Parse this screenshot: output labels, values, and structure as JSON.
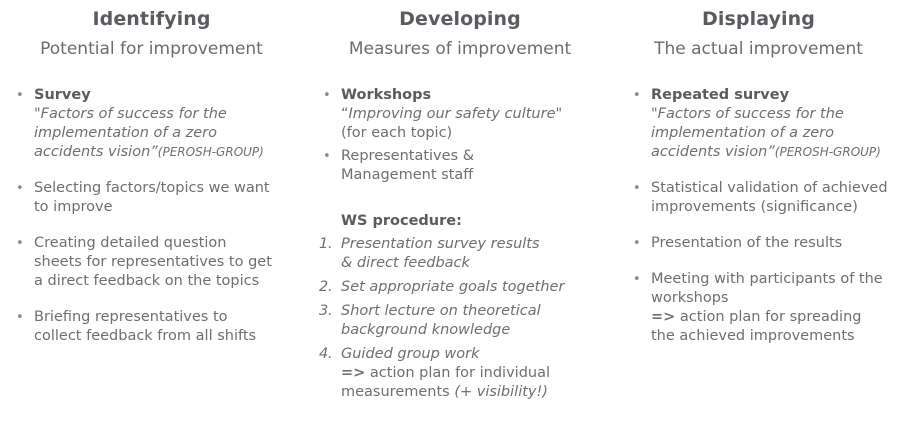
{
  "slide": {
    "background_color": "#ffffff",
    "text_color": "#6e6e73",
    "heading_color": "#5a5a60",
    "columns": [
      {
        "title": "Identifying",
        "subtitle": "Potential for improvement",
        "items": [
          {
            "marker": "•",
            "lead": "Survey",
            "quote": "\"Factors of success for the",
            "quote_line2": "implementation of a zero",
            "quote_line3": "accidents vision”",
            "note": "(PEROSH-GROUP)"
          },
          {
            "marker": "•",
            "line1": "Selecting factors/topics we want",
            "line2": "to improve"
          },
          {
            "marker": "•",
            "line1": "Creating detailed question",
            "line2": "sheets for representatives to get",
            "line3": "a direct feedback on the topics"
          },
          {
            "marker": "•",
            "line1": "Briefing representatives to",
            "line2": "collect feedback from all shifts"
          }
        ]
      },
      {
        "title": "Developing",
        "subtitle": "Measures of improvement",
        "items": [
          {
            "marker": "•",
            "lead": "Workshops",
            "quote_open": "“",
            "quote": "Improving our safety culture",
            "quote_close": "\"",
            "line2": "(for each topic)"
          },
          {
            "marker": "•",
            "line1": "Representatives &",
            "line2": "Management staff"
          }
        ],
        "procedure_heading": "WS procedure:",
        "procedure": [
          {
            "marker": "1.",
            "line1": "Presentation survey results",
            "line2": "& direct feedback"
          },
          {
            "marker": "2.",
            "line1": "Set appropriate goals together"
          },
          {
            "marker": "3.",
            "line1": "Short lecture on theoretical",
            "line2": "background knowledge"
          },
          {
            "marker": "4.",
            "line1": "Guided group work",
            "arrow": "=>",
            "arrow_text": " action plan for individual",
            "line3": "measurements ",
            "line3_ital": "(+ visibility!)"
          }
        ]
      },
      {
        "title": "Displaying",
        "subtitle": "The actual improvement",
        "items": [
          {
            "marker": "•",
            "lead": "Repeated survey",
            "quote": "\"Factors of success for the",
            "quote_line2": "implementation of a zero",
            "quote_line3": "accidents vision”",
            "note": "(PEROSH-GROUP)"
          },
          {
            "marker": "•",
            "line1": "Statistical validation of achieved",
            "line2": "improvements (significance)"
          },
          {
            "marker": "•",
            "line1": "Presentation of the results"
          },
          {
            "marker": "•",
            "line1": "Meeting with participants of the",
            "line2": "workshops",
            "arrow": "=>",
            "arrow_text": " action plan for spreading",
            "line4": "the achieved improvements"
          }
        ]
      }
    ]
  }
}
